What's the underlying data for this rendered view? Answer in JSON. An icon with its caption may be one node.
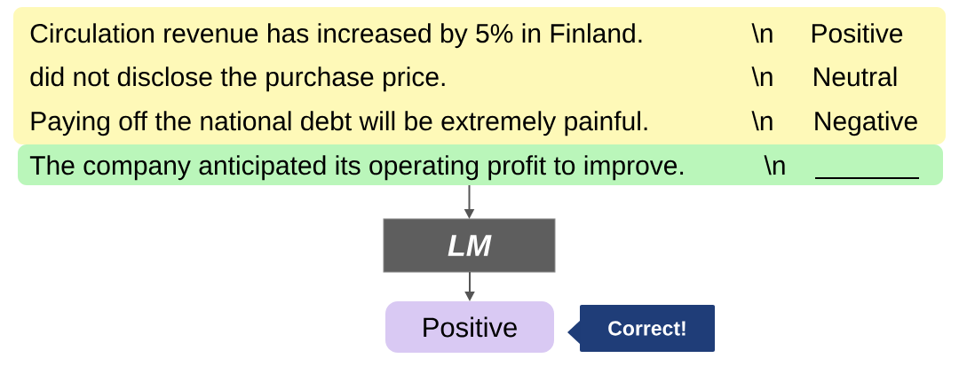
{
  "diagram": {
    "nodes": [
      {
        "text": [
          "Circulation revenue has increased by 5% in Finland.",
          "\\n",
          "Positive",
          "did not disclose the purchase price.",
          "\\n",
          "Neutral",
          "Paying off the national debt will be extremely painful.",
          "\\n",
          "Negative"
        ]
      },
      {
        "text": [
          "The company anticipated its operating profit to improve.",
          "\\n"
        ]
      },
      {
        "text": [
          "LM"
        ]
      },
      {
        "text": [
          "Positive"
        ]
      },
      {
        "text": [
          "Correct!"
        ]
      }
    ],
    "edges": [
      {
        "from": 1,
        "to": 2,
        "arrow": "to"
      },
      {
        "from": 2,
        "to": 3,
        "arrow": "to"
      }
    ]
  }
}
